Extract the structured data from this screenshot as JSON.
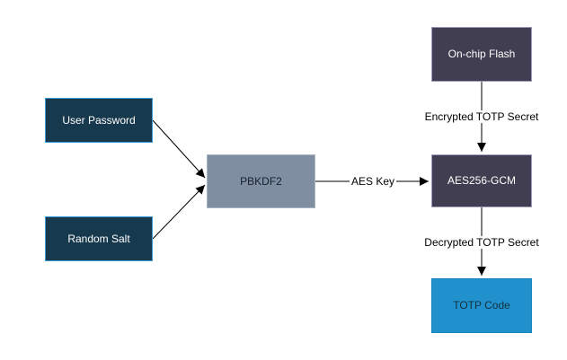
{
  "diagram": {
    "background_color": "#ffffff",
    "edge_color": "#000000",
    "nodes": [
      {
        "id": "user-password",
        "label": "User Password",
        "fill": "#17394d",
        "border": "#3c9bd4",
        "text_color": "#ffffff"
      },
      {
        "id": "random-salt",
        "label": "Random Salt",
        "fill": "#17394d",
        "border": "#3c9bd4",
        "text_color": "#ffffff"
      },
      {
        "id": "pbkdf2",
        "label": "PBKDF2",
        "fill": "#7f8fa1",
        "border": "#a8b5c1",
        "text_color": "#17202e"
      },
      {
        "id": "on-chip-flash",
        "label": "On-chip Flash",
        "fill": "#413e51",
        "border": "#9c9cba",
        "text_color": "#ffffff"
      },
      {
        "id": "aes256-gcm",
        "label": "AES256-GCM",
        "fill": "#413e51",
        "border": "#9c9cba",
        "text_color": "#ffffff"
      },
      {
        "id": "totp-code",
        "label": "TOTP Code",
        "fill": "#2191ce",
        "border": "#1b83bc",
        "text_color": "#12303e"
      }
    ],
    "edges": [
      {
        "from": "user-password",
        "to": "pbkdf2",
        "label": ""
      },
      {
        "from": "random-salt",
        "to": "pbkdf2",
        "label": ""
      },
      {
        "from": "pbkdf2",
        "to": "aes256-gcm",
        "label": "AES Key"
      },
      {
        "from": "on-chip-flash",
        "to": "aes256-gcm",
        "label": "Encrypted TOTP Secret"
      },
      {
        "from": "aes256-gcm",
        "to": "totp-code",
        "label": "Decrypted TOTP Secret"
      }
    ]
  }
}
